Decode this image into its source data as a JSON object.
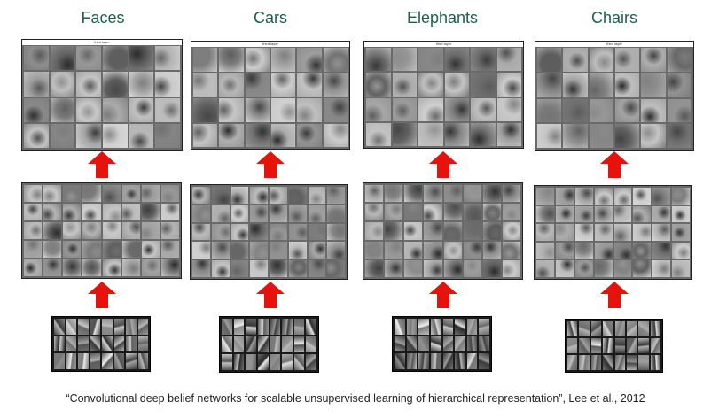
{
  "columns": [
    {
      "title": "Faces",
      "top_caption": "third layer"
    },
    {
      "title": "Cars",
      "top_caption": "third layer"
    },
    {
      "title": "Elephants",
      "top_caption": "third layer"
    },
    {
      "title": "Chairs",
      "top_caption": "third layer"
    }
  ],
  "citation": "“Convolutional deep belief networks for scalable unsupervised learning of hierarchical representation”, Lee et al., 2012",
  "colors": {
    "title": "#1f5f4a",
    "arrow": "#e8120c",
    "panel": "#6a6a6a"
  }
}
